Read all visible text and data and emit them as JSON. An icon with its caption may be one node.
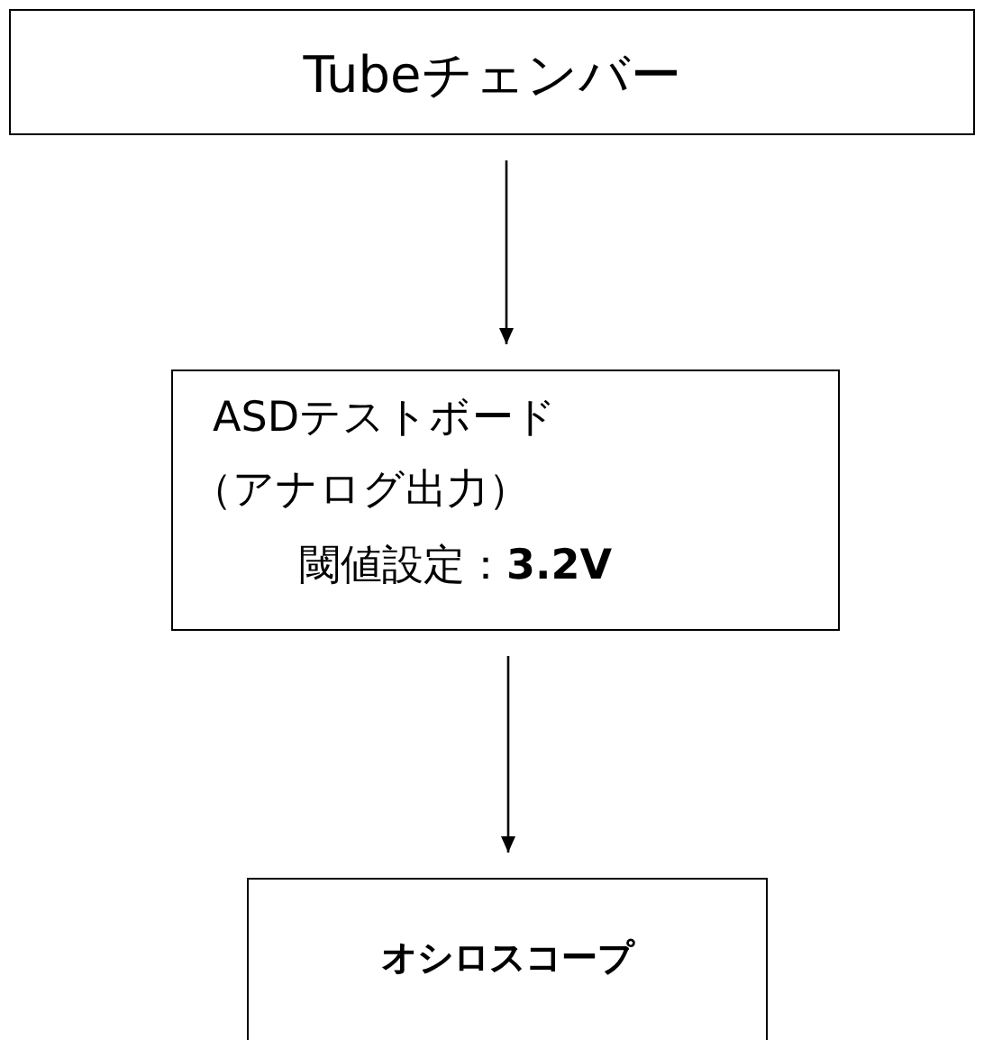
{
  "diagram": {
    "nodes": [
      {
        "text": [
          "Tubeチェンバー"
        ]
      },
      {
        "text": [
          "ASDテストボード",
          "（アナログ出力）",
          "閾値設定：**3.2V**"
        ]
      },
      {
        "text": [
          "オシロスコープ"
        ]
      }
    ],
    "edges": [
      {
        "from": 0,
        "to": 1,
        "arrow": "to"
      },
      {
        "from": 1,
        "to": 2,
        "arrow": "to"
      }
    ]
  }
}
